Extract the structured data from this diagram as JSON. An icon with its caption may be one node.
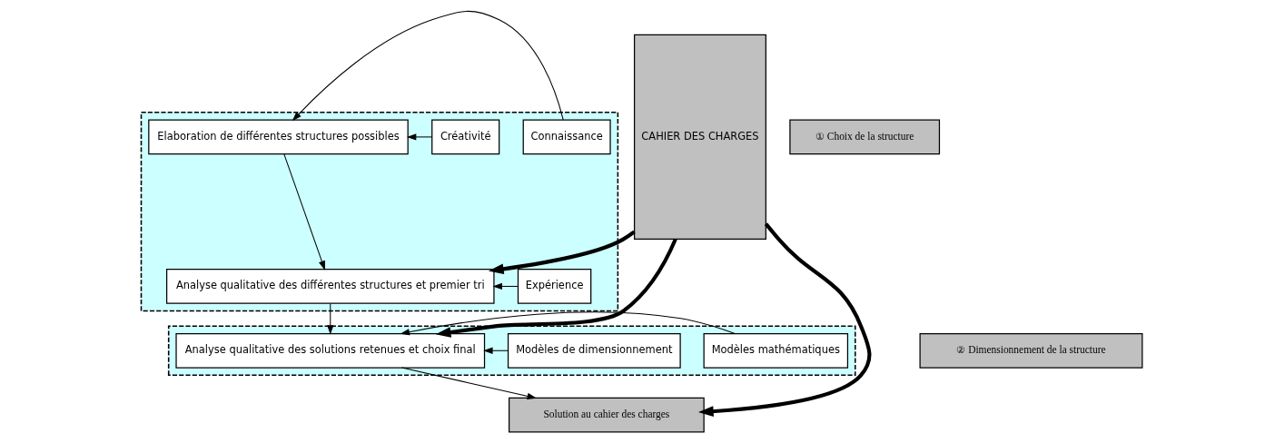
{
  "diagram": {
    "nodes": [
      {
        "text": [
          "CAHIER DES CHARGES"
        ]
      },
      {
        "text": [],
        "shape": "box"
      },
      {
        "text": [
          "Elaboration de différentes structures possibles"
        ],
        "in": 1
      },
      {
        "text": [
          "Analyse qualitative des différentes structures et premier tri"
        ],
        "in": 1
      },
      {
        "text": [
          "Connaissance"
        ],
        "in": 1
      },
      {
        "text": [
          "Créativité"
        ],
        "in": 1
      },
      {
        "text": [
          "Expérience"
        ],
        "in": 1
      },
      {
        "text": [
          "① Choix de la structure"
        ]
      },
      {
        "text": [],
        "shape": "box"
      },
      {
        "text": [
          "Analyse qualitative des solutions retenues et choix final"
        ],
        "in": 8
      },
      {
        "text": [
          "Modèles mathématiques"
        ],
        "in": 8
      },
      {
        "text": [
          "Modèles de dimensionnement"
        ],
        "in": 8
      },
      {
        "text": [
          "② Dimensionnement de la structure"
        ]
      },
      {
        "text": [
          "Solution au cahier des charges"
        ]
      }
    ],
    "edges": [
      {
        "from": 4,
        "to": 2,
        "arrow": "to"
      },
      {
        "from": 5,
        "to": 2,
        "arrow": "to"
      },
      {
        "from": 6,
        "to": 3,
        "arrow": "to"
      },
      {
        "from": 2,
        "to": 3,
        "arrow": "to"
      },
      {
        "from": 0,
        "to": 3,
        "arrow": "to",
        "style": "thick"
      },
      {
        "from": 3,
        "to": 9,
        "arrow": "to"
      },
      {
        "from": 10,
        "to": 9,
        "arrow": "to"
      },
      {
        "from": 11,
        "to": 9,
        "arrow": "to"
      },
      {
        "from": 0,
        "to": 9,
        "arrow": "to",
        "style": "thick"
      },
      {
        "from": 9,
        "to": 13,
        "arrow": "to"
      },
      {
        "from": 0,
        "to": 13,
        "arrow": "to",
        "style": "thick"
      }
    ]
  }
}
